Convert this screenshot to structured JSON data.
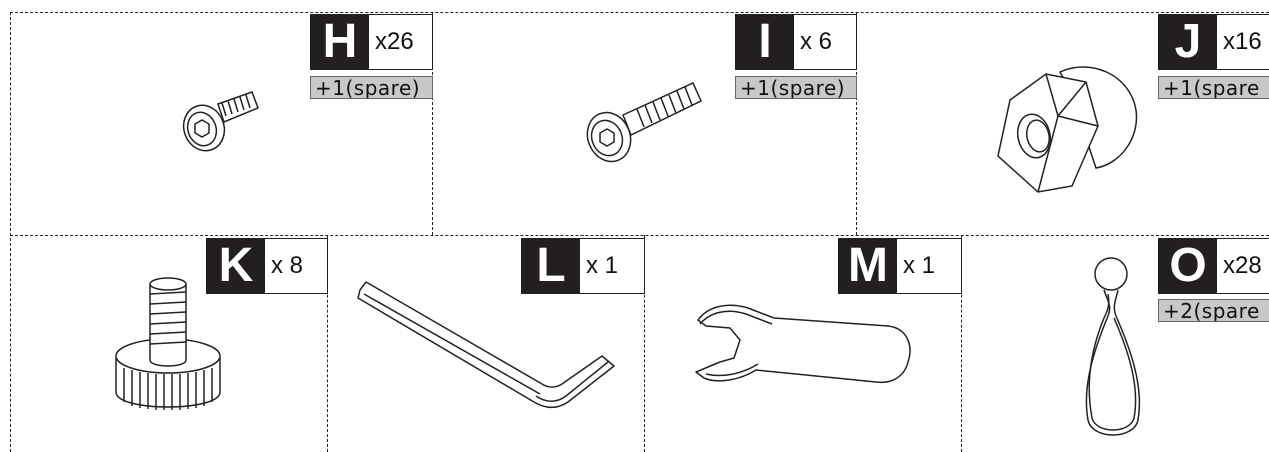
{
  "parts": [
    {
      "letter": "H",
      "qty": "x26",
      "spare": "+1(spare)",
      "icon": "low-head-hex-screw-short"
    },
    {
      "letter": "I",
      "qty": "x 6",
      "spare": "+1(spare)",
      "icon": "low-head-hex-screw-long"
    },
    {
      "letter": "J",
      "qty": "x16",
      "spare": "+1(spare",
      "icon": "cap-nut"
    },
    {
      "letter": "K",
      "qty": "x 8",
      "icon": "thumb-screw"
    },
    {
      "letter": "L",
      "qty": "x 1",
      "icon": "allen-key"
    },
    {
      "letter": "M",
      "qty": "x 1",
      "icon": "spanner"
    },
    {
      "letter": "O",
      "qty": "x28",
      "spare": "+2(spare",
      "icon": "bungee-ball-tie"
    }
  ]
}
